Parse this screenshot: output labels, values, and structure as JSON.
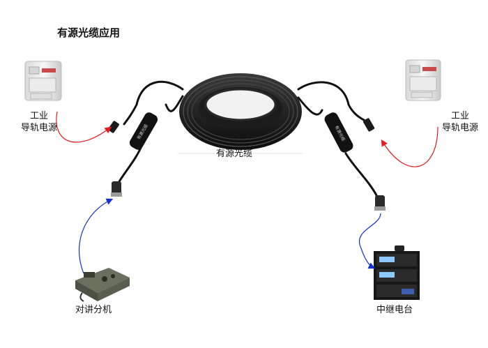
{
  "diagram": {
    "title": "有源光缆应用",
    "cable_label": "有源光缆",
    "left_power": {
      "line1": "工业",
      "line2": "导轨电源"
    },
    "right_power": {
      "line1": "工业",
      "line2": "导轨电源"
    },
    "left_device": "对讲分机",
    "right_device": "中继电台",
    "wire_colors": {
      "power": "#e8191c",
      "signal": "#1230d6",
      "cable": "#111111"
    }
  }
}
